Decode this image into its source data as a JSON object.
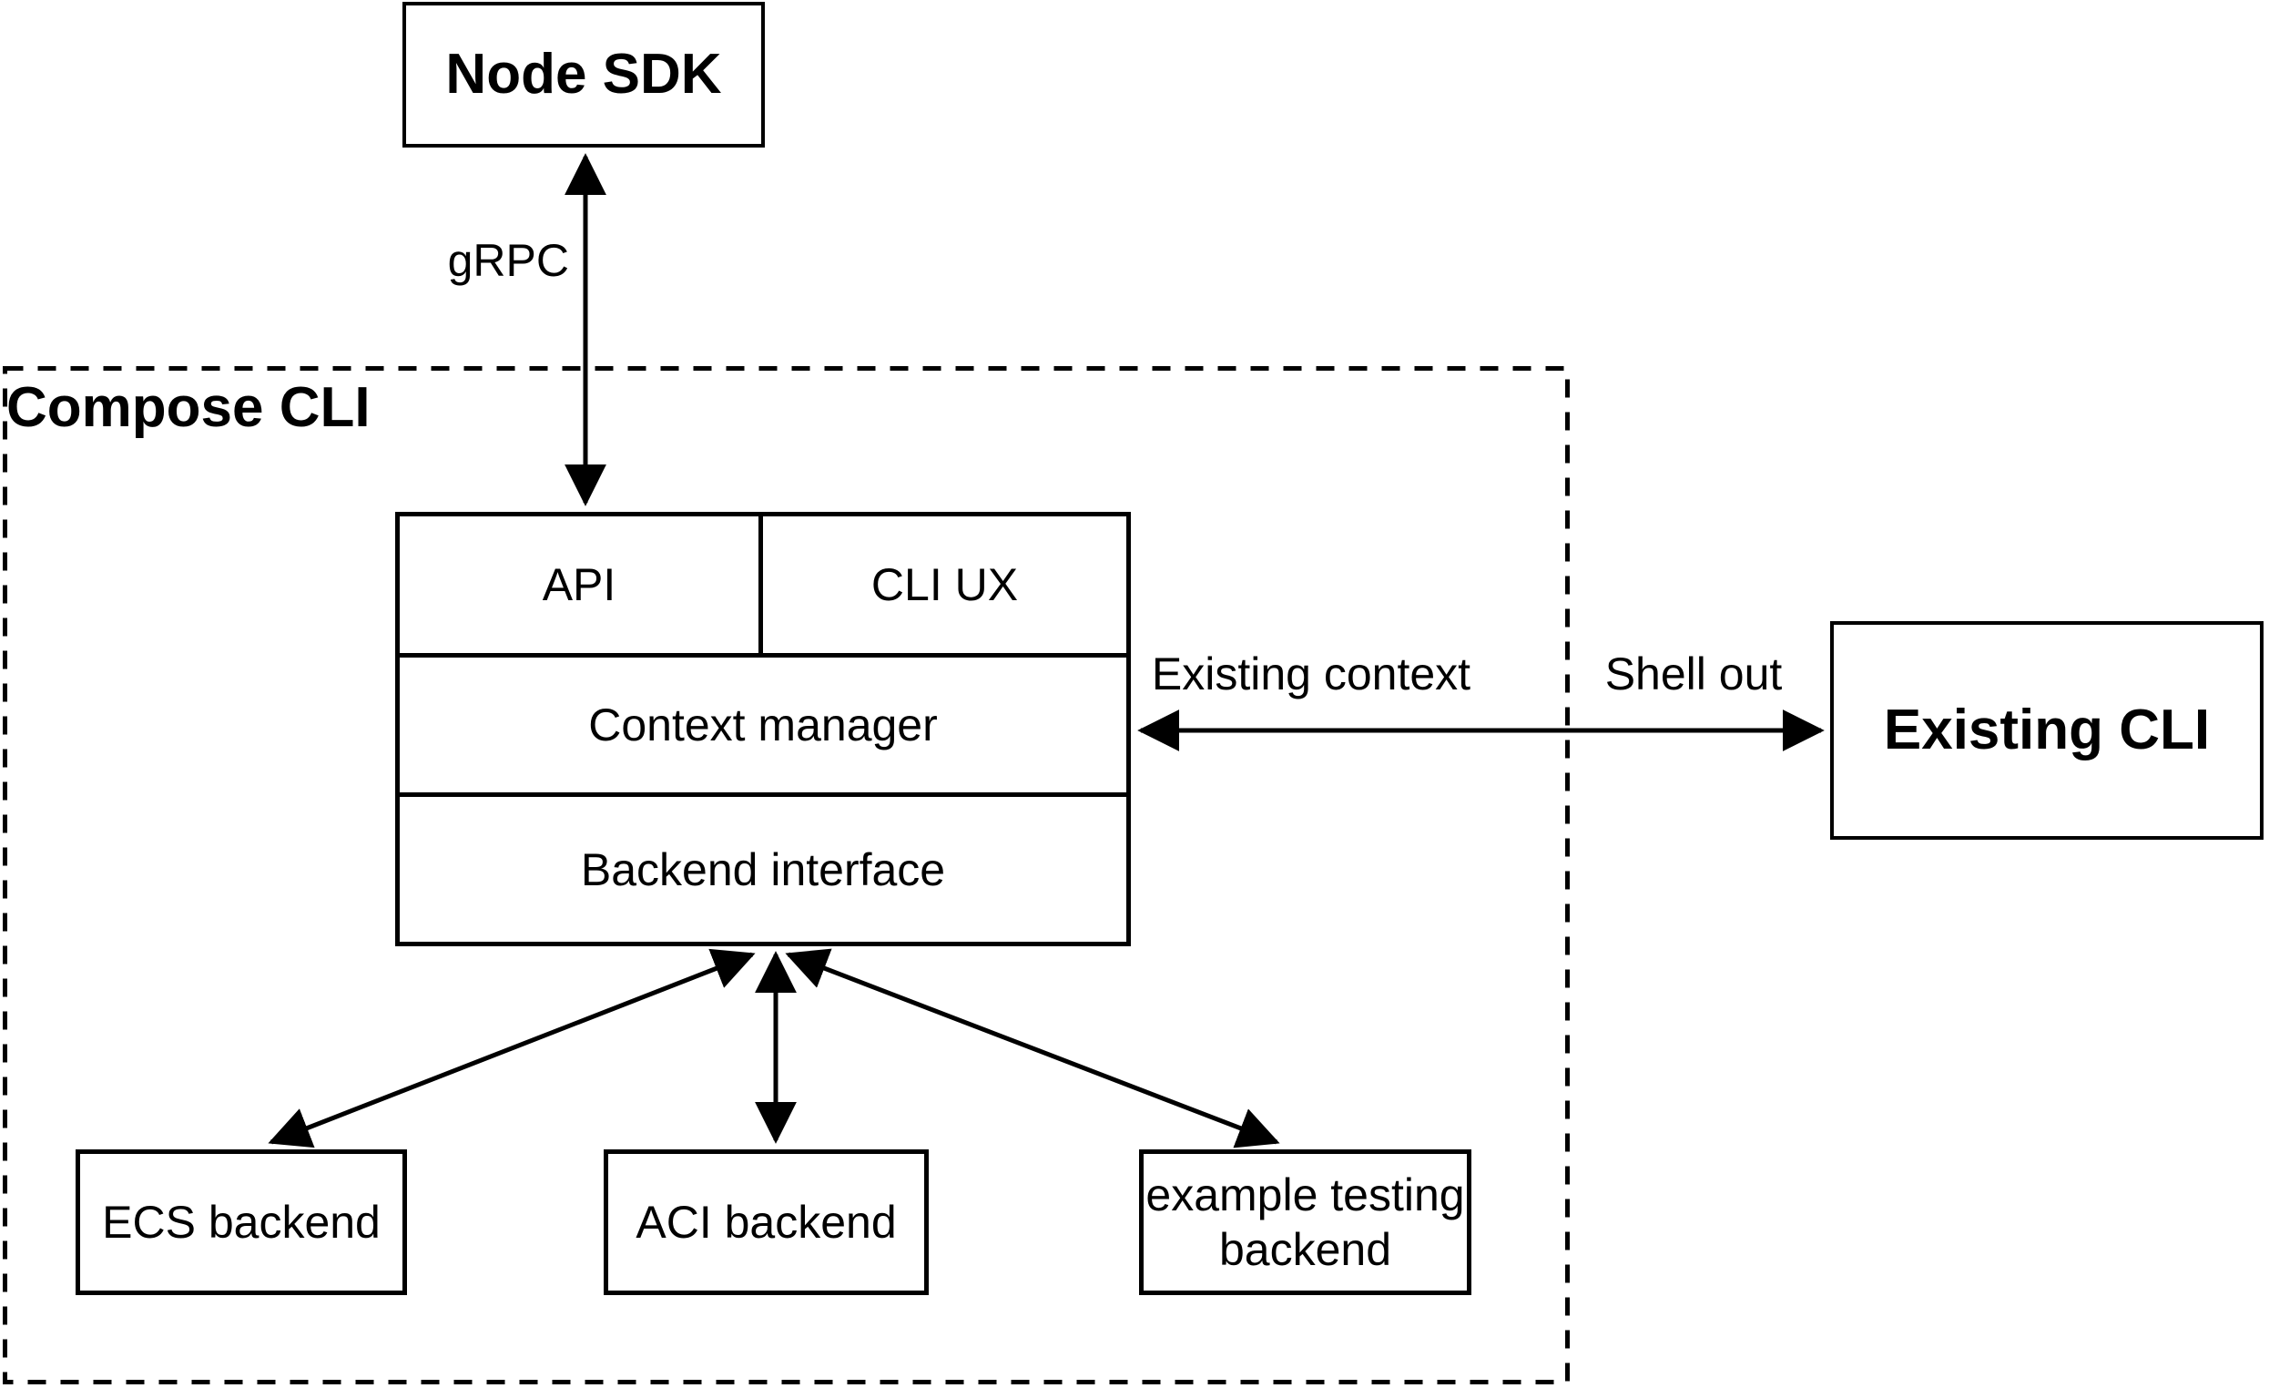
{
  "diagram": {
    "container": {
      "label": "Compose CLI"
    },
    "nodes": {
      "node_sdk": {
        "label": "Node SDK"
      },
      "api": {
        "label": "API"
      },
      "cli_ux": {
        "label": "CLI UX"
      },
      "context_manager": {
        "label": "Context manager"
      },
      "backend_interface": {
        "label": "Backend interface"
      },
      "ecs_backend": {
        "label": "ECS backend"
      },
      "aci_backend": {
        "label": "ACI backend"
      },
      "example_testing_backend": {
        "label": "example testing\nbackend"
      },
      "existing_cli": {
        "label": "Existing CLI"
      }
    },
    "edge_labels": {
      "grpc": "gRPC",
      "existing_context": "Existing context",
      "shell_out": "Shell out"
    },
    "colors": {
      "stroke": "#000000",
      "background": "#ffffff",
      "text": "#000000"
    }
  }
}
